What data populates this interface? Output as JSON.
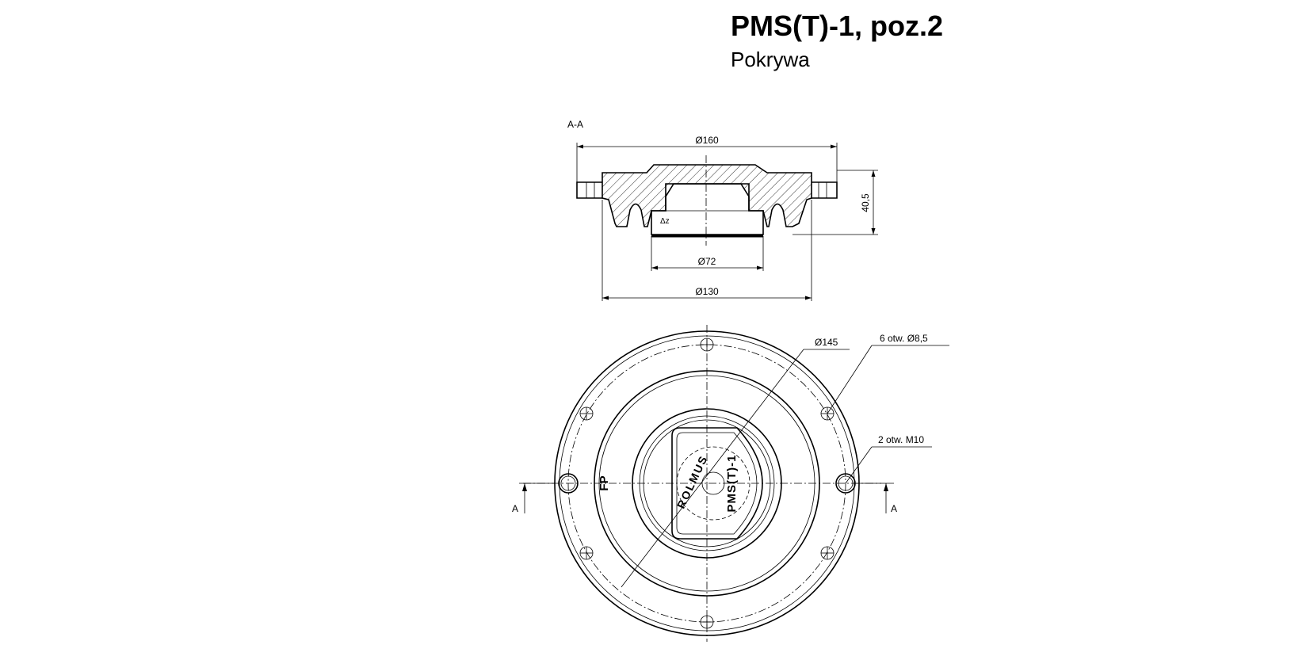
{
  "title": "PMS(T)-1, poz.2",
  "subtitle": "Pokrywa",
  "section": {
    "label": "A-A",
    "dim_outer": "Ø160",
    "dim_bore": "Ø72",
    "dim_base": "Ø130",
    "dim_height": "40,5",
    "roughness": "Δz"
  },
  "plan": {
    "dim_bolt_circle": "Ø145",
    "holes_note": "6 otw. Ø8,5",
    "threads_note": "2 otw. M10",
    "marking_left": "FP",
    "marking_brand": "ROLMUS",
    "marking_model": "PMS(T)-1",
    "cut_left": "A",
    "cut_right": "A"
  }
}
